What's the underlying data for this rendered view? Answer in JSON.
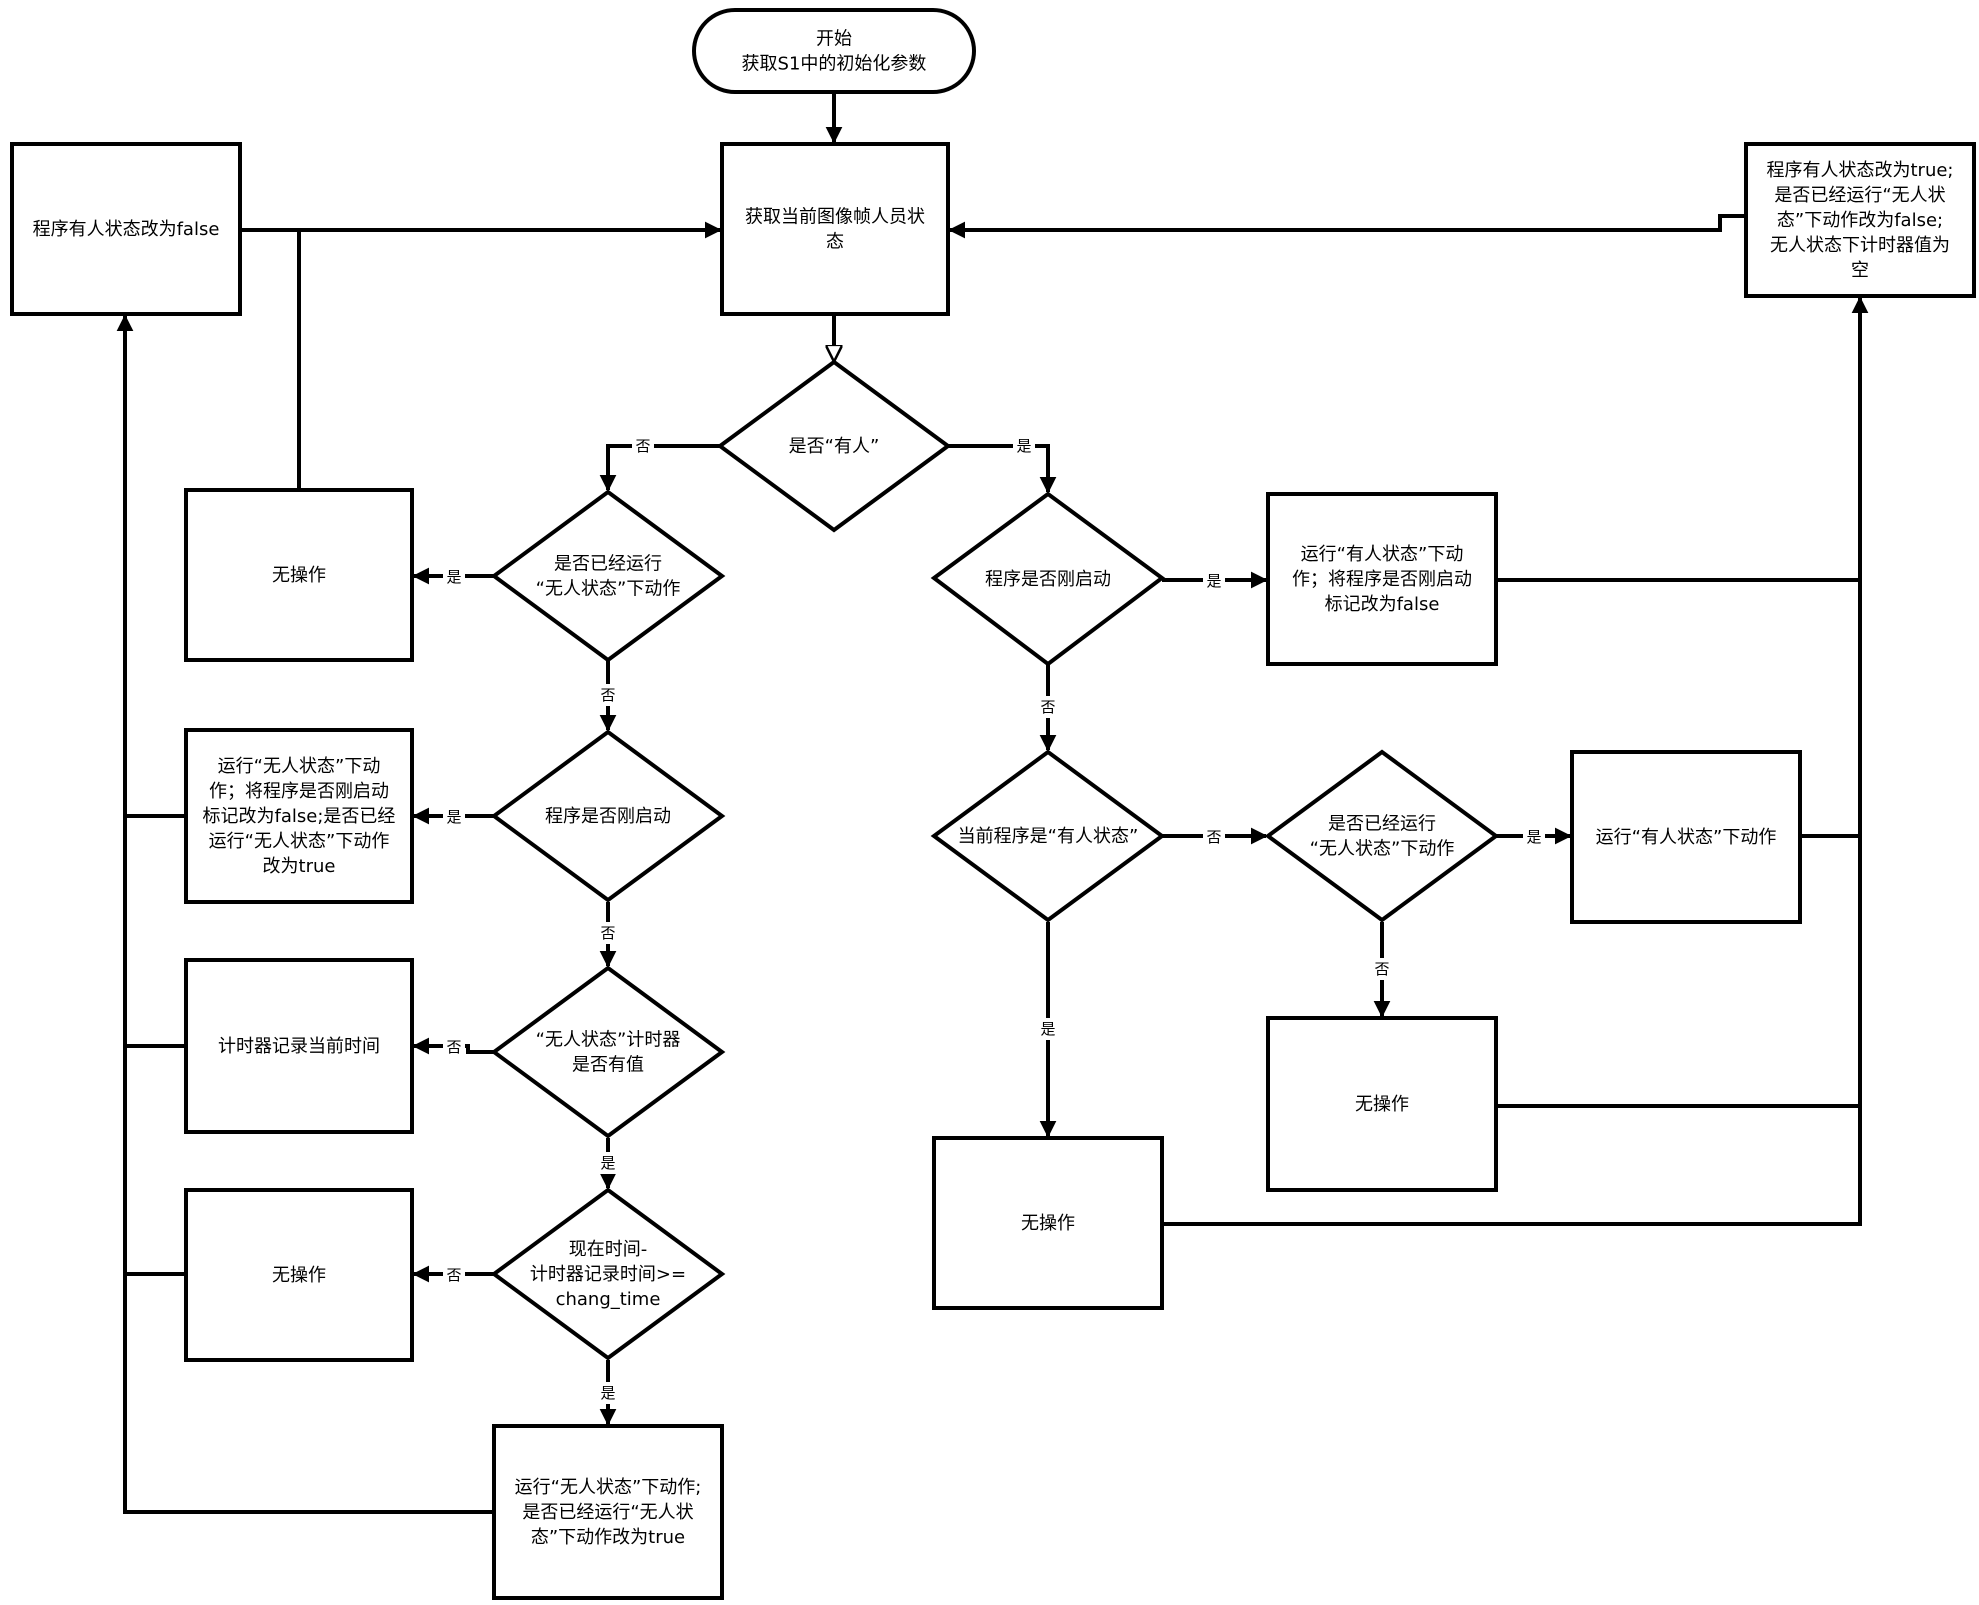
{
  "nodes": {
    "start": {
      "lines": [
        "开始",
        "获取S1中的初始化参数"
      ]
    },
    "get_status": {
      "lines": [
        "获取当前图像帧人员状",
        "态"
      ]
    },
    "set_false": {
      "lines": [
        "程序有人状态改为false"
      ]
    },
    "set_true": {
      "lines": [
        "程序有人状态改为true;",
        "是否已经运行“无人状",
        "态”下动作改为false;",
        "无人状态下计时器值为",
        "空"
      ]
    },
    "d_has_person": {
      "lines": [
        "是否“有人”"
      ]
    },
    "d_l_ran": {
      "lines": [
        "是否已经运行",
        "“无人状态”下动作"
      ]
    },
    "l_noop1": {
      "lines": [
        "无操作"
      ]
    },
    "d_l_started": {
      "lines": [
        "程序是否刚启动"
      ]
    },
    "l_run_boot": {
      "lines": [
        "运行“无人状态”下动",
        "作；将程序是否刚启动",
        "标记改为false;是否已经",
        "运行“无人状态”下动作",
        "改为true"
      ]
    },
    "d_timer": {
      "lines": [
        "“无人状态”计时器",
        "是否有值"
      ]
    },
    "l_timer_rec": {
      "lines": [
        "计时器记录当前时间"
      ]
    },
    "d_time": {
      "lines": [
        "现在时间-",
        "计时器记录时间>=",
        "chang_time"
      ]
    },
    "l_noop2": {
      "lines": [
        "无操作"
      ]
    },
    "l_run_final": {
      "lines": [
        "运行“无人状态”下动作;",
        "是否已经运行“无人状",
        "态”下动作改为true"
      ]
    },
    "d_r_started": {
      "lines": [
        "程序是否刚启动"
      ]
    },
    "r_run_boot": {
      "lines": [
        "运行“有人状态”下动",
        "作；将程序是否刚启动",
        "标记改为false"
      ]
    },
    "d_r_state": {
      "lines": [
        "当前程序是“有人状态”"
      ]
    },
    "d_r_ran": {
      "lines": [
        "是否已经运行",
        "“无人状态”下动作"
      ]
    },
    "r_run": {
      "lines": [
        "运行“有人状态”下动作"
      ]
    },
    "r_noop_mid": {
      "lines": [
        "无操作"
      ]
    },
    "r_noop_low": {
      "lines": [
        "无操作"
      ]
    }
  },
  "edge_labels": {
    "no": "否",
    "yes": "是"
  },
  "colors": {
    "stroke": "#000000",
    "fill": "#ffffff"
  }
}
